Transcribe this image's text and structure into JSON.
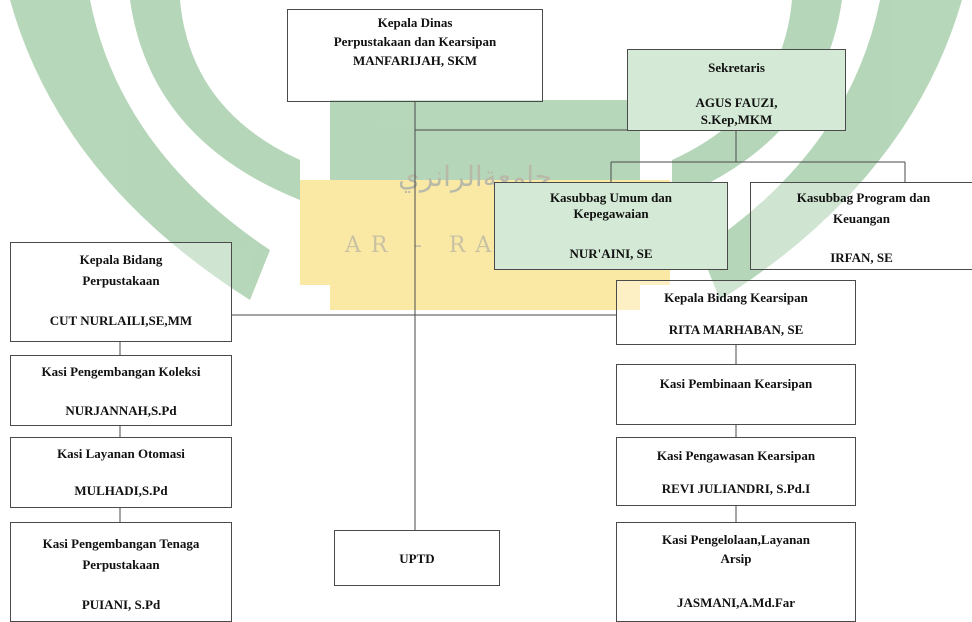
{
  "kepala_dinas": {
    "title": "Kepala Dinas",
    "subtitle": "Perpustakaan dan Kearsipan",
    "name": "MANFARIJAH, SKM"
  },
  "sekretaris": {
    "title": "Sekretaris",
    "name_line1": "AGUS FAUZI,",
    "name_line2": "S.Kep,MKM"
  },
  "kasubbag_umum": {
    "title_line1": "Kasubbag Umum dan",
    "title_line2": "Kepegawaian",
    "name": "NUR'AINI, SE"
  },
  "kasubbag_program": {
    "title_line1": "Kasubbag Program dan",
    "title_line2": "Keuangan",
    "name": "IRFAN, SE"
  },
  "kabid_perpustakaan": {
    "title_line1": "Kepala Bidang",
    "title_line2": "Perpustakaan",
    "name": "CUT NURLAILI,SE,MM"
  },
  "kasi_koleksi": {
    "title": "Kasi Pengembangan Koleksi",
    "name": "NURJANNAH,S.Pd"
  },
  "kasi_otomasi": {
    "title": "Kasi Layanan Otomasi",
    "name": "MULHADI,S.Pd"
  },
  "kasi_tenaga": {
    "title_line1": "Kasi Pengembangan Tenaga",
    "title_line2": "Perpustakaan",
    "name": "PUIANI, S.Pd"
  },
  "uptd": {
    "title": "UPTD"
  },
  "kabid_kearsipan": {
    "title": "Kepala Bidang Kearsipan",
    "name": "RITA MARHABAN, SE"
  },
  "kasi_pembinaan": {
    "title": "Kasi Pembinaan Kearsipan"
  },
  "kasi_pengawasan": {
    "title": "Kasi Pengawasan Kearsipan",
    "name": "REVI JULIANDRI, S.Pd.I"
  },
  "kasi_pengelolaan": {
    "title_line1": "Kasi Pengelolaan,Layanan",
    "title_line2": "Arsip",
    "name": "JASMANI,A.Md.Far"
  },
  "watermark": {
    "arabic": "جامعةالرانري",
    "latin": "AR - RANIRY"
  },
  "colors": {
    "green_box": "#d4ead6",
    "watermark_green": "#2e8b3a",
    "watermark_yellow": "#f2c200",
    "line": "#4a4a4a"
  }
}
